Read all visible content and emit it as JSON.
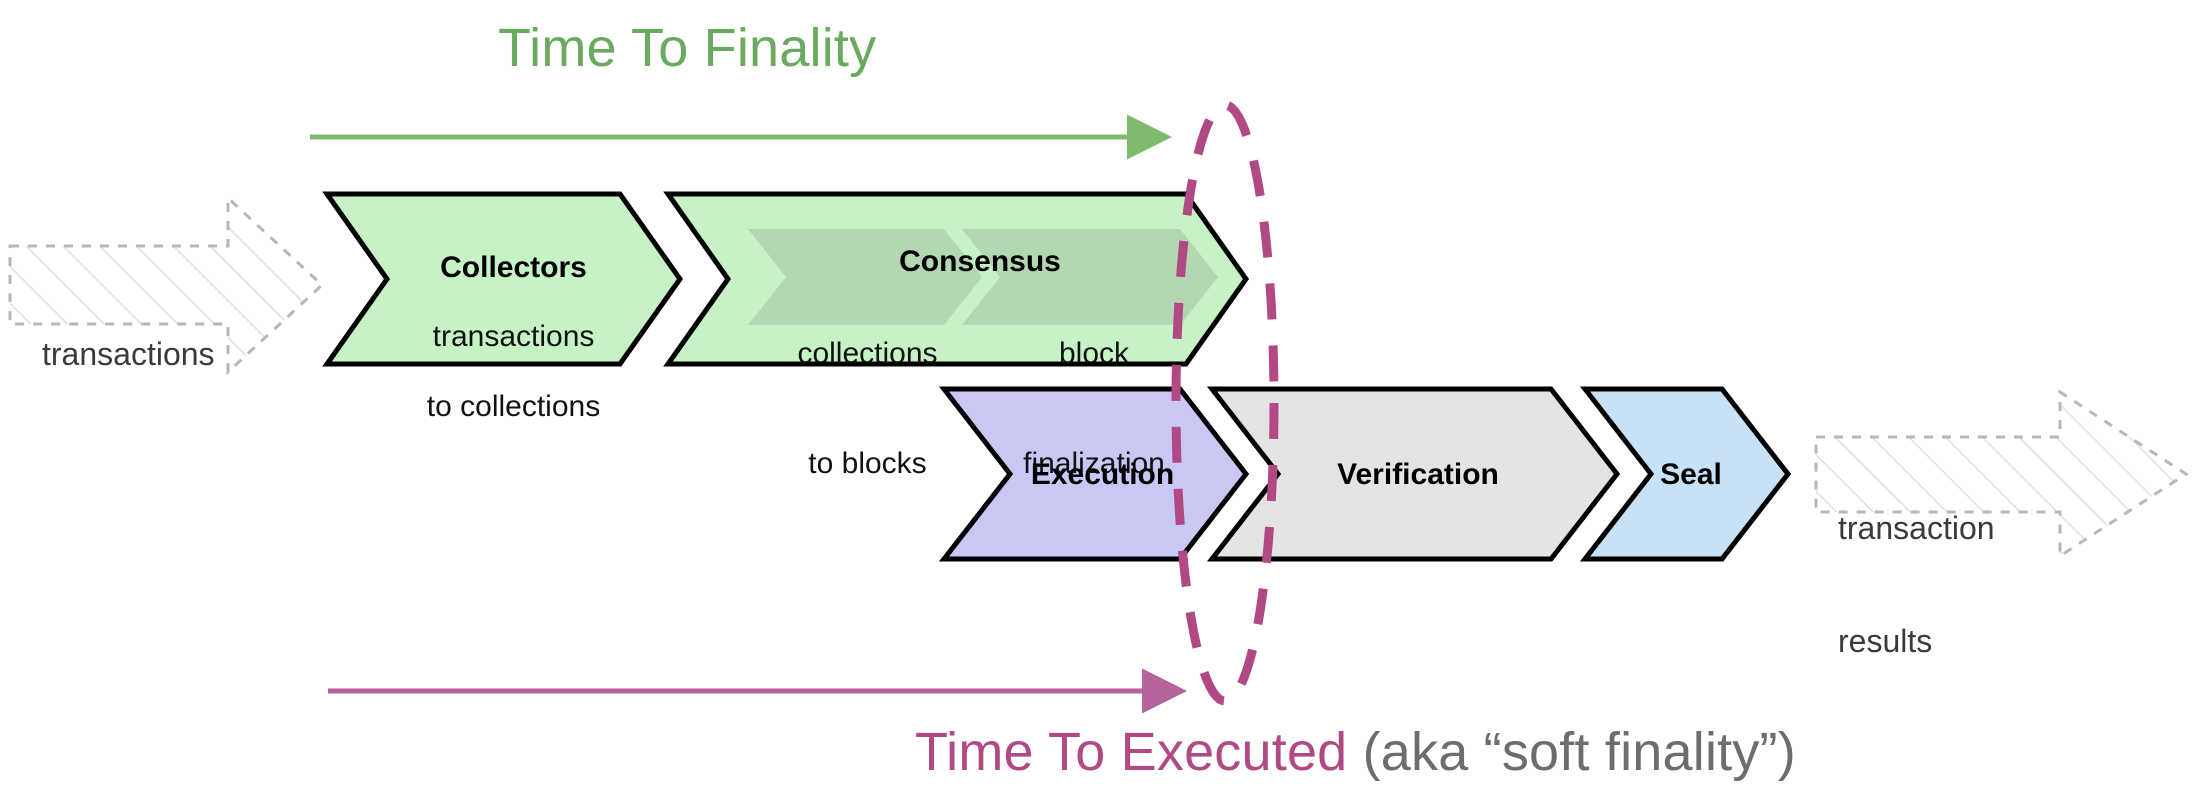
{
  "diagram": {
    "title_top": "Time To Finality",
    "title_bottom_main": "Time To Executed",
    "title_bottom_sub": " (aka “soft finality”)",
    "input_label_line1": "transactions",
    "output_label_line1": "transaction",
    "output_label_line2": "results"
  },
  "colors": {
    "green_accent": "#6aaa5e",
    "magenta_accent": "#b14a84",
    "chevron_green_fill": "#c6f2c6",
    "chevron_green_inner_fill": "#b2d7b2",
    "chevron_lavender_fill": "#c9c8f5",
    "chevron_gray_fill": "#e4e4e4",
    "chevron_blue_fill": "#c7e2f7",
    "chevron_stroke": "#000000",
    "ghost_stroke": "#b7b7b7",
    "subtext_gray": "#6d6d6d"
  },
  "row_top": {
    "stages": [
      {
        "id": "collectors",
        "title": "Collectors",
        "sub_line1": "transactions",
        "sub_line2": "to collections",
        "fill": "#c6f2c6"
      },
      {
        "id": "consensus",
        "title": "Consensus",
        "fill": "#c6f2c6",
        "inner": [
          {
            "id": "collections-to-blocks",
            "line1": "collections",
            "line2": "to blocks"
          },
          {
            "id": "block-finalization",
            "line1": "block",
            "line2": "finalization"
          }
        ]
      }
    ]
  },
  "row_bottom": {
    "stages": [
      {
        "id": "execution",
        "title": "Execution",
        "fill": "#c9c8f5"
      },
      {
        "id": "verification",
        "title": "Verification",
        "fill": "#e4e4e4"
      },
      {
        "id": "seal",
        "title": "Seal",
        "fill": "#c7e2f7"
      }
    ]
  },
  "annotations": {
    "top_arrow": {
      "name": "time-to-finality-arrow",
      "color": "#7fbb6e"
    },
    "bottom_arrow": {
      "name": "time-to-executed-arrow",
      "color": "#b5639a"
    },
    "boundary_ellipse": {
      "name": "finality-boundary-ellipse",
      "color": "#b14a84",
      "dashed": true
    }
  }
}
